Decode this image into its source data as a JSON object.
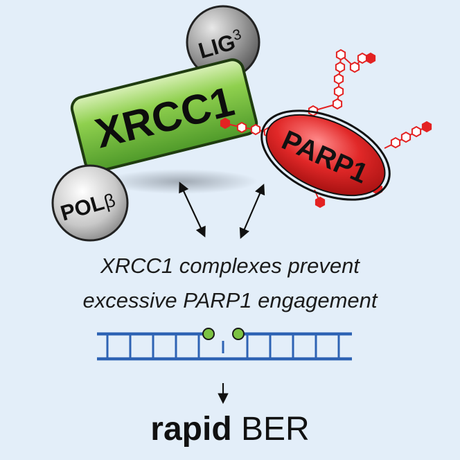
{
  "proteins": {
    "lig3": {
      "label": "LIG",
      "superscript": "3"
    },
    "xrcc1": {
      "label": "XRCC1"
    },
    "parp1": {
      "label": "PARP1"
    },
    "polb": {
      "label": "POL",
      "superscript": "β"
    }
  },
  "caption": {
    "line1": "XRCC1 complexes prevent",
    "line2": "excessive PARP1 engagement"
  },
  "result": {
    "bold": "rapid",
    "normal": "BER"
  },
  "colors": {
    "background": "#e3eef9",
    "xrcc1_fill": "#6dbb3c",
    "parp1_fill": "#d81f1f",
    "par_chain": "#e32222",
    "dna": "#2e63b4",
    "dna_end": "#7cc242",
    "grey_protein": "#9c9c9c"
  }
}
